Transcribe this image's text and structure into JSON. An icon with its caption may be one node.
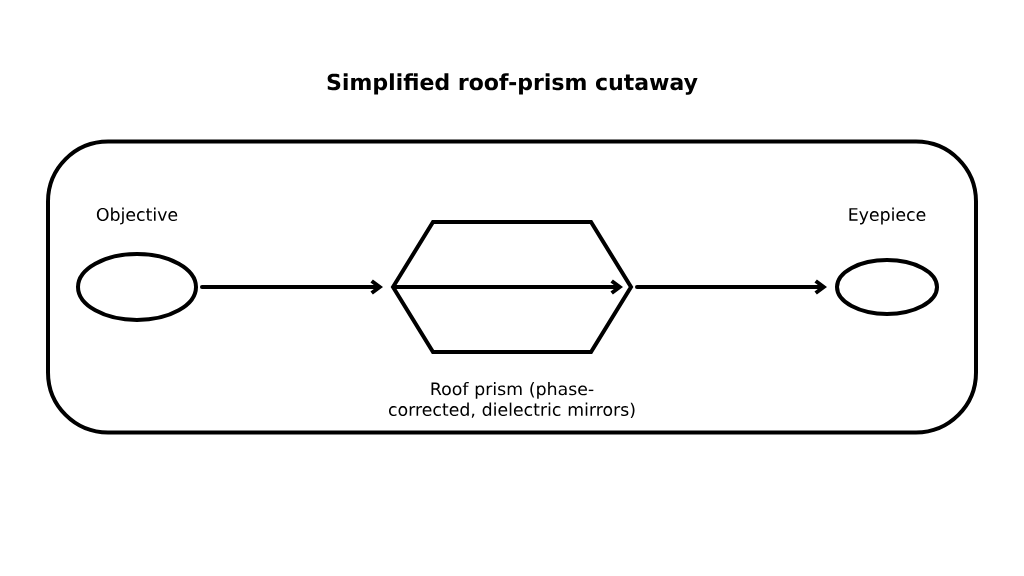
{
  "diagram": {
    "title": "Simplified roof-prism cutaway",
    "nodes": [
      {
        "text": [],
        "shape": "box"
      },
      {
        "text": [
          "Objective"
        ],
        "in": 0
      },
      {
        "text": [],
        "shape": "hexagon",
        "in": 0,
        "beside": [
          "Roof prism (phase-corrected, dielectric mirrors)"
        ]
      },
      {
        "text": [
          "Eyepiece"
        ],
        "in": 0
      }
    ],
    "edges": [
      {
        "from": 1,
        "to": 2,
        "arrow": "to"
      },
      {
        "from": 2,
        "to": 3,
        "arrow": "to"
      }
    ]
  }
}
